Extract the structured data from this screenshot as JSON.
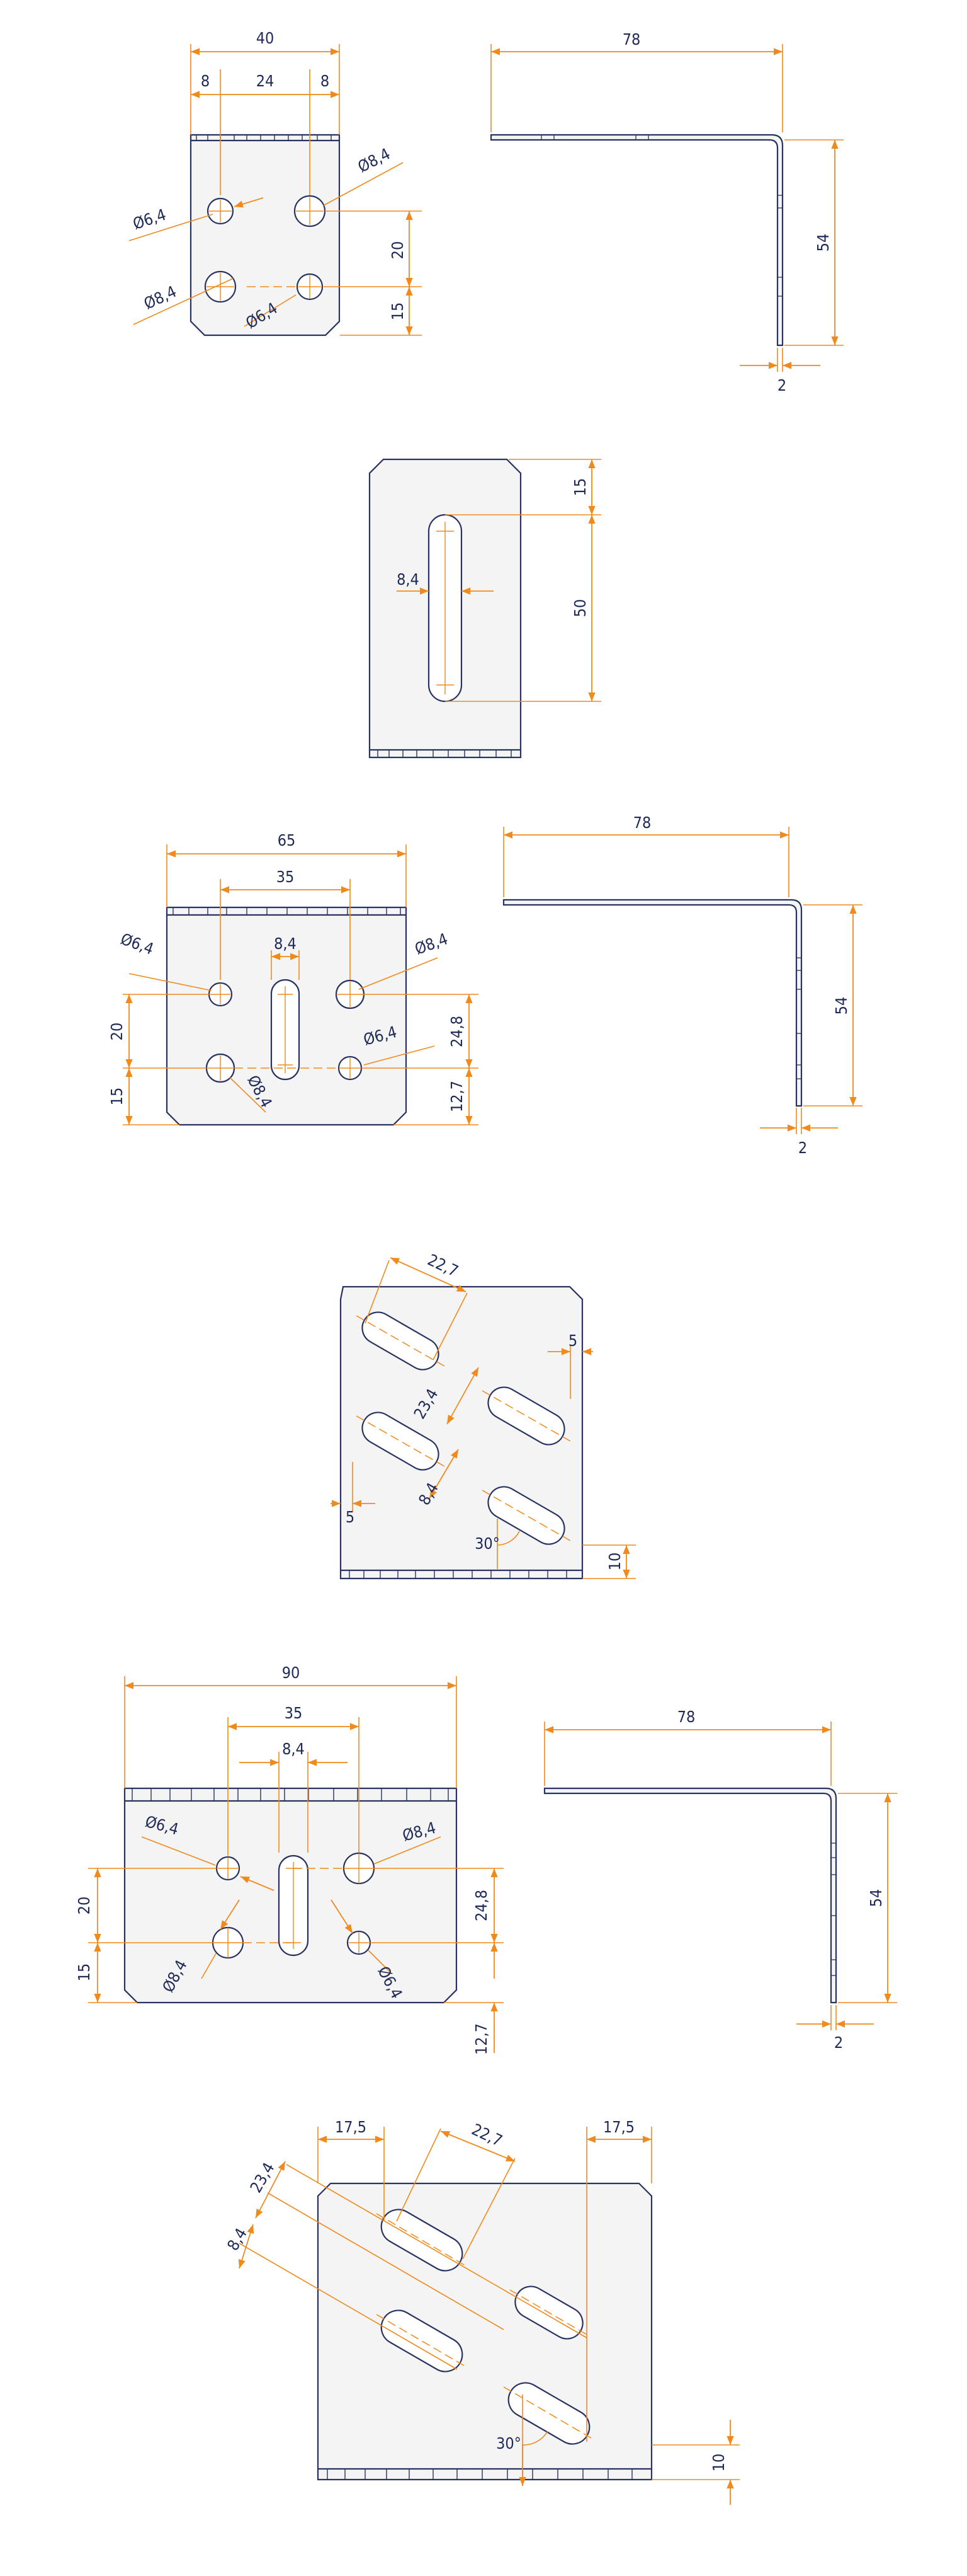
{
  "colors": {
    "part_outline": "#29335f",
    "part_fill": "#f4f4f5",
    "dimension": "#f08a1c",
    "text": "#1f2a57"
  },
  "d1_front": {
    "w40": "40",
    "w8a": "8",
    "w24": "24",
    "w8b": "8",
    "d84": "Ø8,4",
    "d64": "Ø6,4",
    "d84b": "Ø8,4",
    "d64b": "Ø6,4",
    "h20": "20",
    "h15": "15"
  },
  "d1_side": {
    "w78": "78",
    "h54": "54",
    "t2": "2"
  },
  "d2_back": {
    "h15": "15",
    "w84": "8,4",
    "h50": "50"
  },
  "d3_front": {
    "w65": "65",
    "w35": "35",
    "w84": "8,4",
    "d64": "Ø6,4",
    "d84": "Ø8,4",
    "d64b": "Ø6,4",
    "d84b": "Ø8,4",
    "h20": "20",
    "h15": "15",
    "h248": "24,8",
    "h127": "12,7"
  },
  "d3_side": {
    "w78": "78",
    "h54": "54",
    "t2": "2"
  },
  "d4_back": {
    "l227": "22,7",
    "o5a": "5",
    "p234": "23,4",
    "w84": "8,4",
    "o5b": "5",
    "a30": "30°",
    "h10": "10"
  },
  "d5_front": {
    "w90": "90",
    "w35": "35",
    "w84": "8,4",
    "d64": "Ø6,4",
    "d84": "Ø8,4",
    "d84b": "Ø8,4",
    "d64b": "Ø6,4",
    "h20": "20",
    "h15": "15",
    "h248": "24,8",
    "h127": "12,7"
  },
  "d5_side": {
    "w78": "78",
    "h54": "54",
    "t2": "2"
  },
  "d6_back": {
    "o175a": "17,5",
    "l227": "22,7",
    "o175b": "17,5",
    "p234": "23,4",
    "w84": "8,4",
    "a30": "30°",
    "h10": "10"
  }
}
